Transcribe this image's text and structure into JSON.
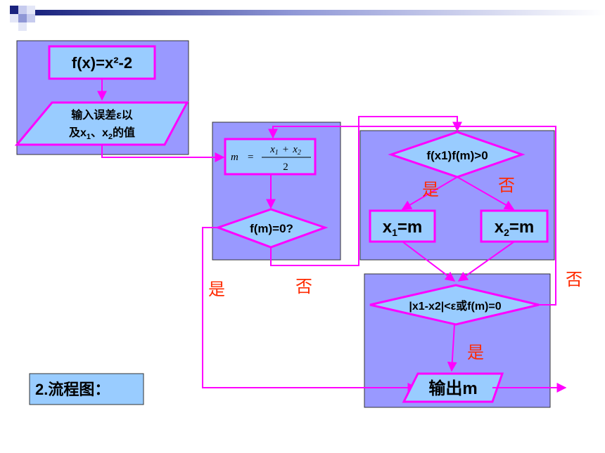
{
  "colors": {
    "panel": "#9999ff",
    "node": "#99ccff",
    "magenta": "#ff00ff",
    "cn_red": "#ff2a00"
  },
  "nodes": {
    "fx": "f(x)=x²-2",
    "input_line1": "输入误差ε以",
    "input_line2_a": "及x",
    "input_line2_sub1": "1",
    "input_line2_b": "、x",
    "input_line2_sub2": "2",
    "input_line2_c": "的值",
    "m_lhs": "m",
    "m_eq": "=",
    "m_num_a": "x",
    "m_num_sub1": "1",
    "m_plus": "+",
    "m_num_b": "x",
    "m_num_sub2": "2",
    "m_den": "2",
    "fm0": "f(m)=0?",
    "cond1": "f(x1)f(m)>0",
    "assign1_a": "x",
    "assign1_sub": "1",
    "assign1_b": "=m",
    "assign2_a": "x",
    "assign2_sub": "2",
    "assign2_b": "=m",
    "cond2": "|x1-x2|<ε或f(m)=0",
    "output": "输出m",
    "title": "2.流程图："
  },
  "labels": {
    "yes_cond1": "是",
    "no_cond1": "否",
    "yes_fm0": "是",
    "no_fm0": "否",
    "no_cond2": "否",
    "yes_cond2": "是"
  }
}
